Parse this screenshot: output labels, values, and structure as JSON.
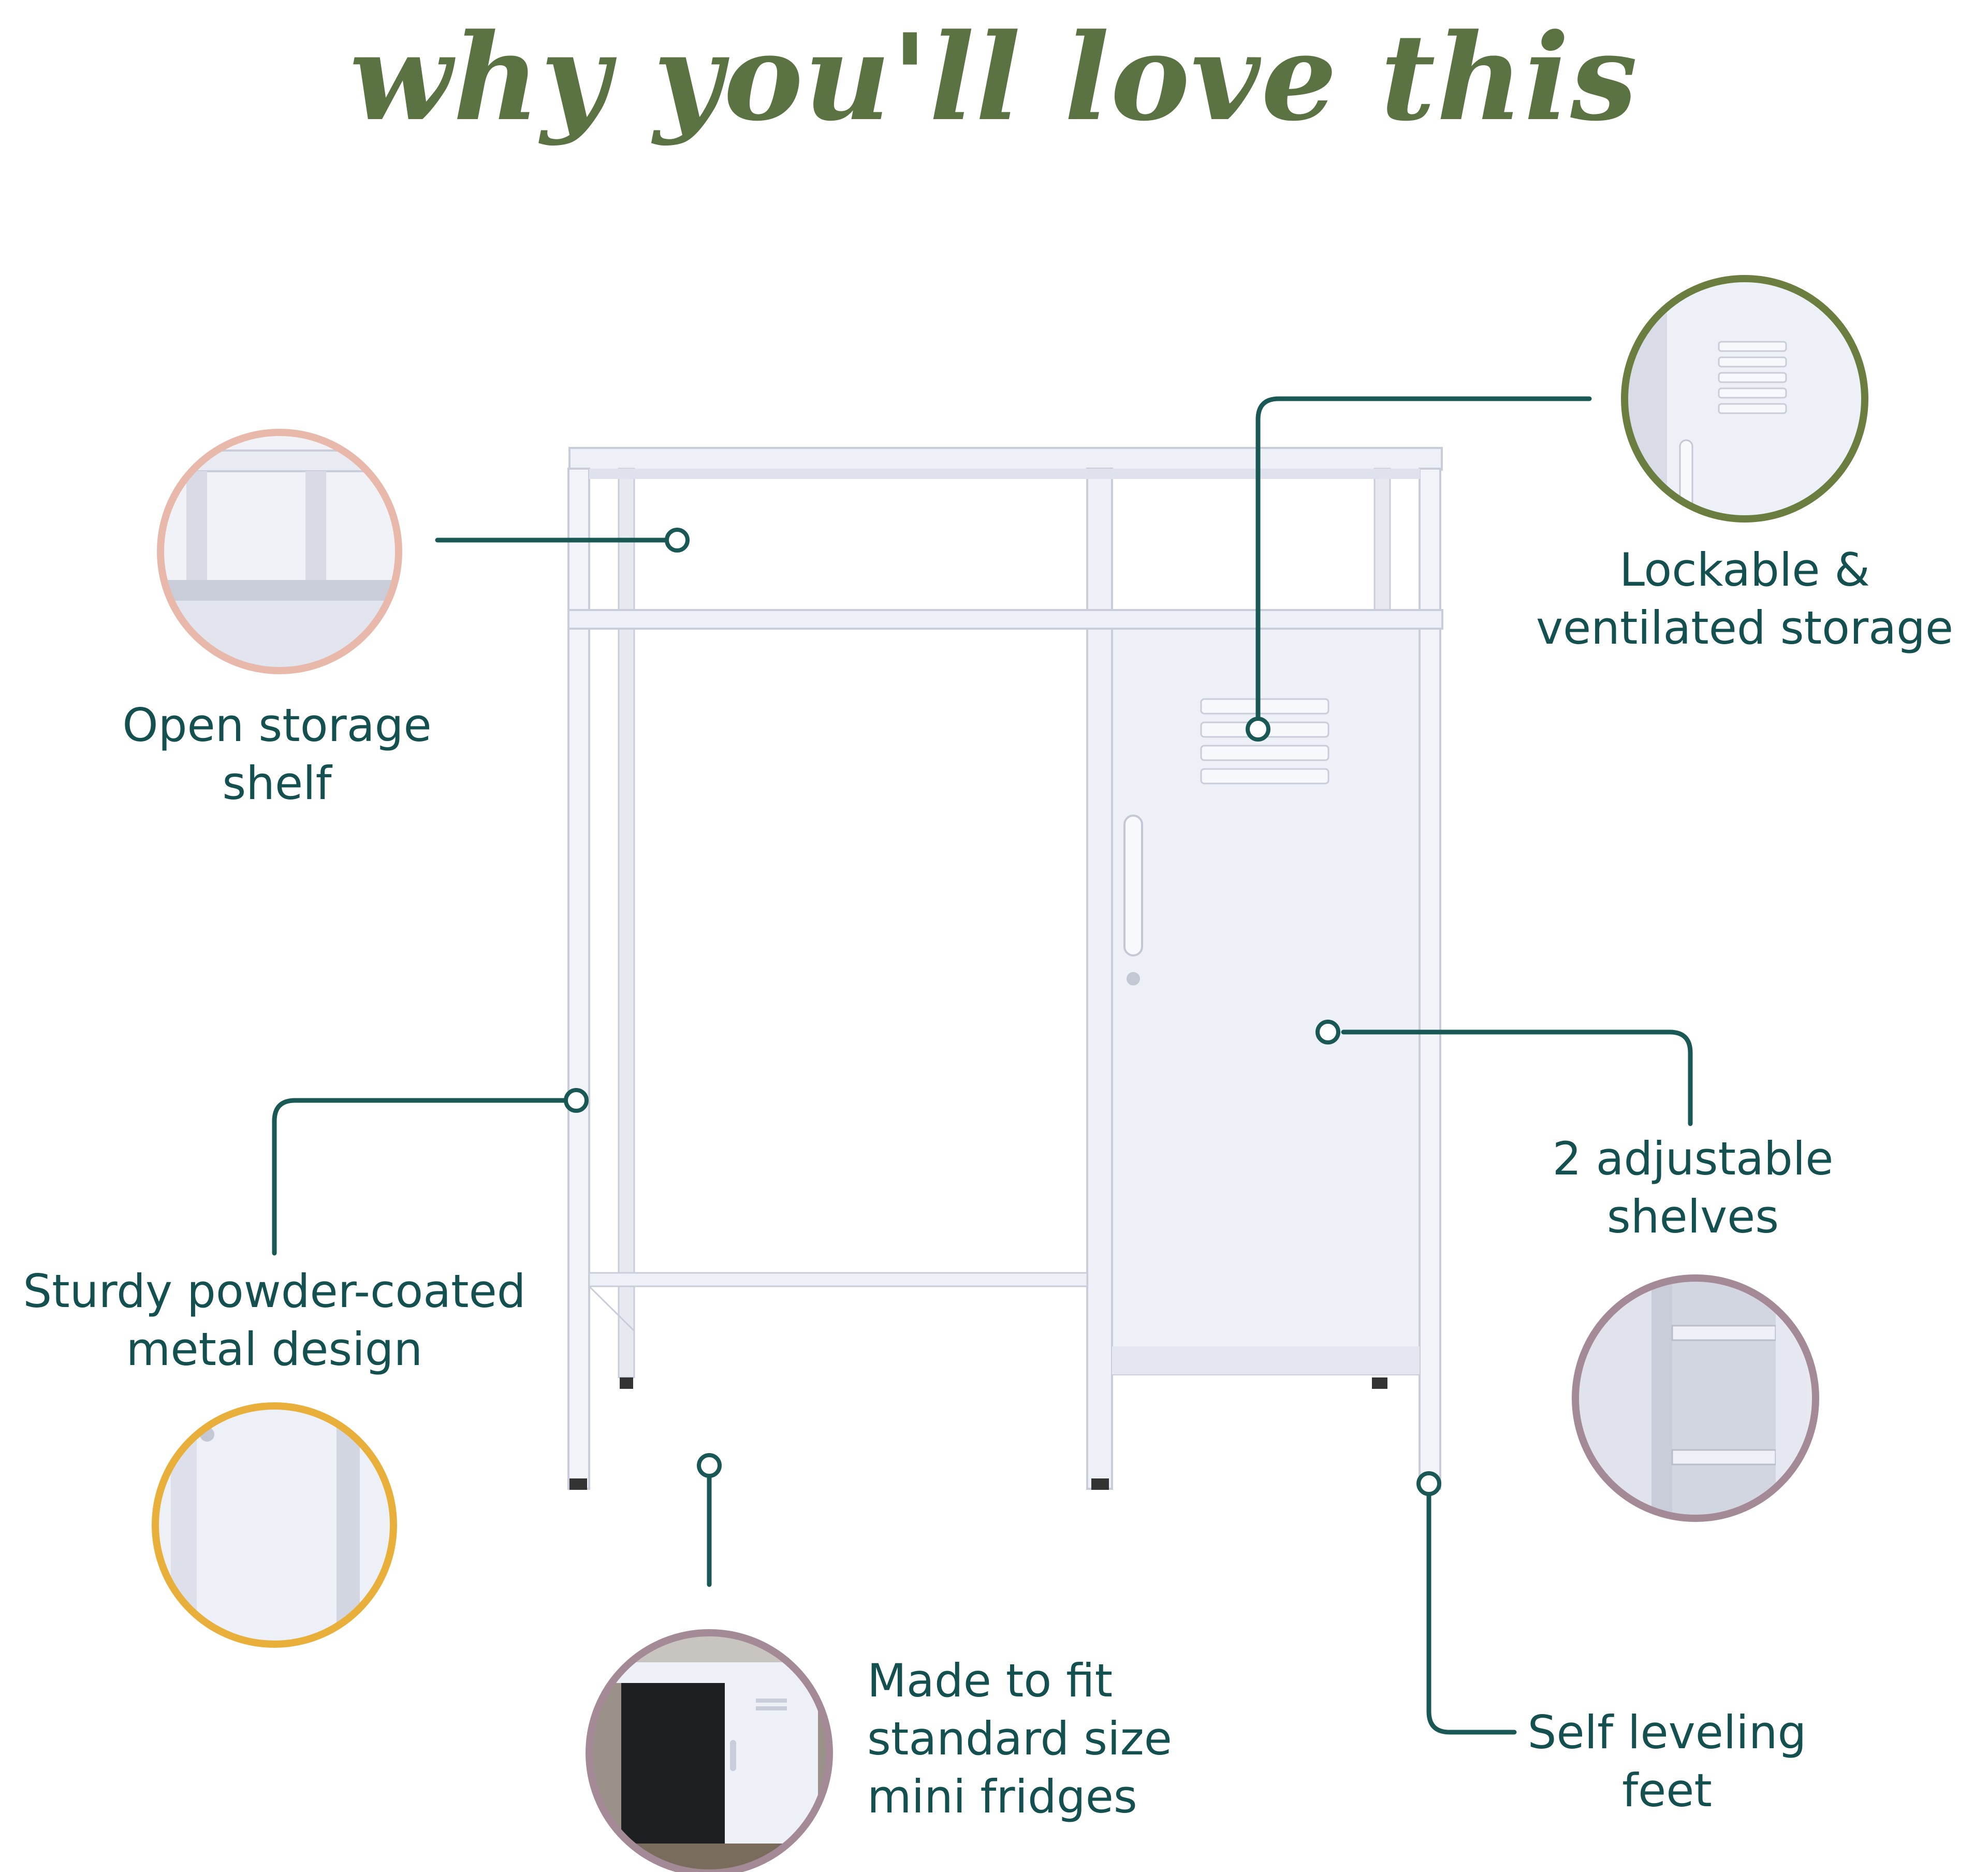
{
  "title": "why you'll love this",
  "colors": {
    "title": "#5b7343",
    "label": "#14504f",
    "line": "#1a5856",
    "ring_open_shelf": "#e8b8aa",
    "ring_lockable": "#6b7d3f",
    "ring_metal": "#e8b03a",
    "ring_fridge": "#a48a97",
    "ring_shelves": "#a48a97",
    "furniture": "#eef0f7",
    "furniture_edge": "#c9cdd9"
  },
  "features": {
    "open_shelf": {
      "line1": "Open storage",
      "line2": "shelf"
    },
    "lockable": {
      "line1": "Lockable &",
      "line2": "ventilated storage"
    },
    "metal": {
      "line1": "Sturdy powder-coated",
      "line2": "metal design"
    },
    "shelves": {
      "line1": "2 adjustable",
      "line2": "shelves"
    },
    "fridge": {
      "line1": "Made to fit",
      "line2": "standard size",
      "line3": "mini fridges"
    },
    "feet": {
      "line1": "Self leveling",
      "line2": "feet"
    }
  }
}
